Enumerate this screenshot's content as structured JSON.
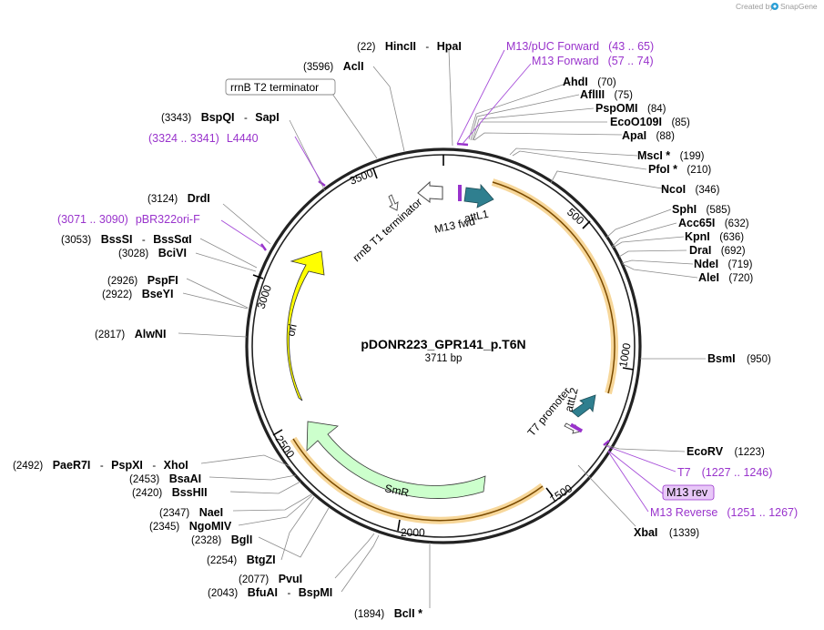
{
  "header": {
    "credit_prefix": "Created by",
    "credit_brand": "SnapGene"
  },
  "plasmid": {
    "name": "pDONR223_GPR141_p.T6N",
    "length_label": "3711 bp"
  },
  "ruler": [
    "500",
    "1000",
    "1500",
    "2000",
    "2500",
    "3000",
    "3500"
  ],
  "features": {
    "attL1": "attL1",
    "m13fwd": "M13 fwd",
    "rrnb_t1": "rrnB T1 terminator",
    "rrnb_t2": "rrnB T2 terminator",
    "ori": "ori",
    "smr": "SmR",
    "t7_promoter": "T7 promoter",
    "attL2": "attL2"
  },
  "sites": [
    {
      "pos": "(22)",
      "name": "HincII",
      "name2": "HpaI"
    },
    {
      "pos": "(3596)",
      "name": "AclI"
    },
    {
      "pos": "(70)",
      "name": "AhdI"
    },
    {
      "pos": "(75)",
      "name": "AflIII"
    },
    {
      "pos": "(84)",
      "name": "PspOMI"
    },
    {
      "pos": "(85)",
      "name": "EcoO109I"
    },
    {
      "pos": "(88)",
      "name": "ApaI"
    },
    {
      "pos": "(199)",
      "name": "MscI *"
    },
    {
      "pos": "(210)",
      "name": "PfoI *"
    },
    {
      "pos": "(346)",
      "name": "NcoI"
    },
    {
      "pos": "(585)",
      "name": "SphI"
    },
    {
      "pos": "(632)",
      "name": "Acc65I"
    },
    {
      "pos": "(636)",
      "name": "KpnI"
    },
    {
      "pos": "(692)",
      "name": "DraI"
    },
    {
      "pos": "(719)",
      "name": "NdeI"
    },
    {
      "pos": "(720)",
      "name": "AleI"
    },
    {
      "pos": "(950)",
      "name": "BsmI"
    },
    {
      "pos": "(1223)",
      "name": "EcoRV"
    },
    {
      "pos": "(1339)",
      "name": "XbaI"
    },
    {
      "pos": "(1894)",
      "name": "BclI *"
    },
    {
      "pos": "(2043)",
      "name": "BfuAI",
      "name2": "BspMI"
    },
    {
      "pos": "(2077)",
      "name": "PvuI"
    },
    {
      "pos": "(2254)",
      "name": "BtgZI"
    },
    {
      "pos": "(2328)",
      "name": "BglI"
    },
    {
      "pos": "(2345)",
      "name": "NgoMIV"
    },
    {
      "pos": "(2347)",
      "name": "NaeI"
    },
    {
      "pos": "(2420)",
      "name": "BssHII"
    },
    {
      "pos": "(2453)",
      "name": "BsaAI"
    },
    {
      "pos": "(2492)",
      "name": "PaeR7I",
      "name2": "PspXI",
      "name3": "XhoI"
    },
    {
      "pos": "(2817)",
      "name": "AlwNI"
    },
    {
      "pos": "(2922)",
      "name": "BseYI"
    },
    {
      "pos": "(2926)",
      "name": "PspFI"
    },
    {
      "pos": "(3028)",
      "name": "BciVI"
    },
    {
      "pos": "(3053)",
      "name": "BssSI",
      "name2": "BssSαI"
    },
    {
      "pos": "(3124)",
      "name": "DrdI"
    },
    {
      "pos": "(3343)",
      "name": "BspQI",
      "name2": "SapI"
    }
  ],
  "primers": [
    {
      "name": "M13/pUC Forward",
      "range": "(43 .. 65)"
    },
    {
      "name": "M13 Forward",
      "range": "(57 .. 74)"
    },
    {
      "name": "T7",
      "range": "(1227 .. 1246)"
    },
    {
      "name": "M13 rev"
    },
    {
      "name": "M13 Reverse",
      "range": "(1251 .. 1267)"
    },
    {
      "name": "L4440",
      "range": "(3324 .. 3341)"
    },
    {
      "name": "pBR322ori-F",
      "range": "(3071 .. 3090)"
    }
  ],
  "colors": {
    "backbone": "#222222",
    "orf_yellow": "#f5c46b",
    "ori": "#ffff00",
    "smr": "#ccffcc",
    "att": "#2f7f8f",
    "primer": "#9933cc",
    "highlight": "#e8c8f8"
  }
}
